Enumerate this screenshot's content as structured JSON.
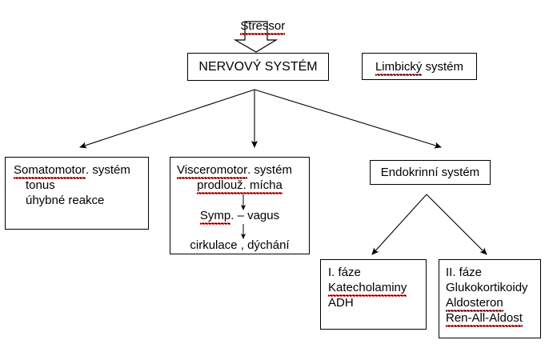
{
  "diagram": {
    "title": "Stressor response diagram",
    "language": "cs",
    "colors": {
      "stroke": "#000000",
      "background": "#ffffff",
      "spellcheck_underline": "#e01b1b"
    },
    "nodes": {
      "stressor": {
        "label": "Stressor",
        "underlined": true,
        "spellchecked": true
      },
      "nervous_system": {
        "label": "NERVOVÝ SYSTÉM"
      },
      "limbic_system": {
        "label_part1": "Limbický",
        "label_part2": " systém",
        "spellchecked": true
      },
      "somatomotor": {
        "line1_a": "Somatomotor",
        "line1_b": ". systém",
        "line2": "tonus",
        "line3": "úhybné reakce"
      },
      "visceromotor": {
        "line1_a": "Visceromotor",
        "line1_b": ". systém",
        "line2": "prodlouž. mícha",
        "line3_a": "Symp",
        "line3_b": ". – vagus",
        "line4": "cirkulace , dýchání"
      },
      "endocrine": {
        "label": "Endokrinní systém"
      },
      "phase_one": {
        "line1": "I. fáze",
        "line2": "Katecholaminy",
        "line3": "ADH"
      },
      "phase_two": {
        "line1": "II. fáze",
        "line2": "Glukokortikoidy",
        "line3": "Aldosteron",
        "line4": "Ren-All-Aldost"
      }
    },
    "connectors": {
      "block_arrow": "stressor-to-nervous-system",
      "branch_left": "nervous-system-to-somatomotor",
      "branch_center": "nervous-system-to-visceromotor",
      "branch_right": "nervous-system-to-endocrine",
      "inner_arrow_1": "prodlouzena-micha-to-symp-vagus",
      "inner_arrow_2": "symp-vagus-to-cirkulace-dychani",
      "endocrine_left": "endocrine-to-phase-one",
      "endocrine_right": "endocrine-to-phase-two"
    }
  }
}
